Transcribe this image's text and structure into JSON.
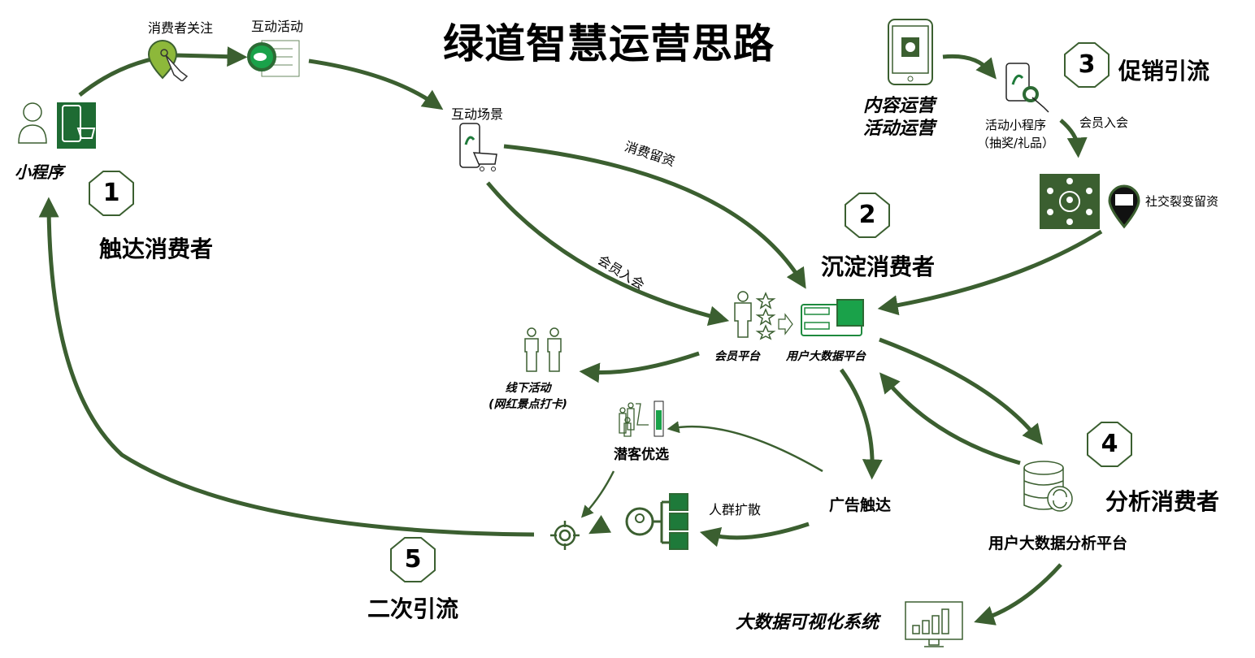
{
  "title": "绿道智慧运营思路",
  "colors": {
    "arrow": "#3b5f30",
    "icon_green": "#2d6a34",
    "bright_green": "#1aa24a"
  },
  "stages": [
    {
      "number": "1",
      "label": "触达消费者"
    },
    {
      "number": "2",
      "label": "沉淀消费者"
    },
    {
      "number": "3",
      "label": "促销引流"
    },
    {
      "number": "4",
      "label": "分析消费者"
    },
    {
      "number": "5",
      "label": "二次引流"
    }
  ],
  "nodes": {
    "mini_program": "小程序",
    "consumer_follow": "消费者关注",
    "interactive_activity": "互动活动",
    "interactive_scene": "互动场景",
    "content_ops_line1": "内容运营",
    "content_ops_line2": "活动运营",
    "activity_mini_program_line1": "活动小程序",
    "activity_mini_program_line2": "（抽奖/礼品）",
    "social_fission": "社交裂变留资",
    "member_platform": "会员平台",
    "user_bigdata_platform": "用户大数据平台",
    "offline_activity_line1": "线下活动",
    "offline_activity_line2": "(网红景点打卡)",
    "prospect_selection": "潜客优选",
    "crowd_expansion": "人群扩散",
    "ad_reach": "广告触达",
    "analysis_platform": "用户大数据分析平台",
    "visualization": "大数据可视化系统"
  },
  "edge_labels": {
    "consumption_leads": "消费留资",
    "member_join_1": "会员入会",
    "member_join_2": "会员入会"
  }
}
